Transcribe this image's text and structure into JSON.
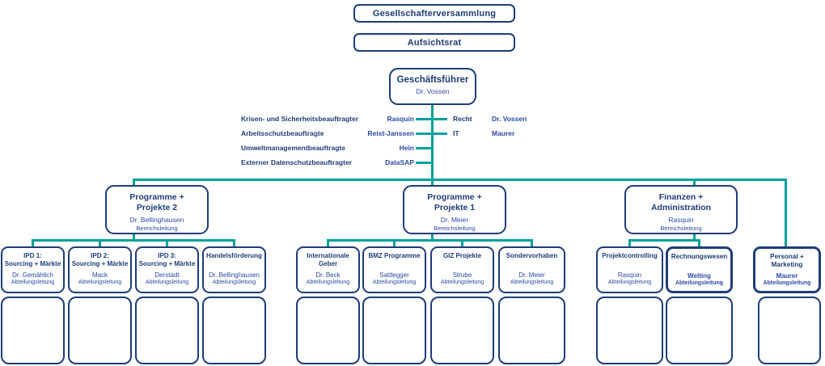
{
  "colors": {
    "navy": "#1e3c78",
    "royal_blue": "#2a4aa5",
    "teal_connector": "#00a19b",
    "background": "#ffffff"
  },
  "governance": {
    "shareholders_meeting": "Gesellschafterversammlung",
    "supervisory_board": "Aufsichtsrat"
  },
  "managing_director": {
    "title": "Geschäftsführer",
    "name": "Dr. Vossen"
  },
  "staff_functions_left": [
    {
      "role": "Krisen- und Sicherheitsbeauftragter",
      "name": "Rasquin"
    },
    {
      "role": "Arbeitsschutzbeauftragte",
      "name": "Reist-Janssen"
    },
    {
      "role": "Umweltmanagementbeauftragte",
      "name": "Hein"
    },
    {
      "role": "Externer Datenschutzbeauftragter",
      "name": "DataSAP"
    }
  ],
  "staff_functions_right": [
    {
      "role": "Recht",
      "name": "Dr. Vossen"
    },
    {
      "role": "IT",
      "name": "Maurer"
    }
  ],
  "branches": [
    {
      "title": "Programme +\nProjekte 2",
      "name": "Dr. Bellinghausen",
      "role": "Bereichsleitung"
    },
    {
      "title": "Programme +\nProjekte 1",
      "name": "Dr. Meier",
      "role": "Bereichsleitung"
    },
    {
      "title": "Finanzen +\nAdministration",
      "name": "Rasquin",
      "role": "Bereichsleitung"
    }
  ],
  "departments": [
    [
      {
        "title": "IPD 1:\nSourcing + Märkte",
        "name": "Dr. Gemählich",
        "role": "Abteilungsleitung"
      },
      {
        "title": "IPD 2:\nSourcing + Märkte",
        "name": "Mack",
        "role": "Abteilungsleitung"
      },
      {
        "title": "IPD 3:\nSourcing + Märkte",
        "name": "Derstadt",
        "role": "Abteilungsleitung"
      },
      {
        "title": "Handelsförderung",
        "name": "Dr. Bellinghausen",
        "role": "Abteilungsleitung"
      }
    ],
    [
      {
        "title": "Internationale\nGeber",
        "name": "Dr. Beck",
        "role": "Abteilungsleitung"
      },
      {
        "title": "BMZ Programme",
        "name": "Sattlegger",
        "role": "Abteilungsleitung"
      },
      {
        "title": "GIZ Projekte",
        "name": "Strube",
        "role": "Abteilungsleitung"
      },
      {
        "title": "Sondervorhaben",
        "name": "Dr. Meier",
        "role": "Abteilungsleitung"
      }
    ],
    [
      {
        "title": "Projektcontrolling",
        "name": "Rasquin",
        "role": "Abteilungsleitung"
      },
      {
        "title": "Rechnungswesen",
        "name": "Welting",
        "role": "Abteilungsleitung"
      }
    ]
  ],
  "standalone_department": {
    "title": "Personal +\nMarketing",
    "name": "Maurer",
    "role": "Abteilungsleitung"
  }
}
